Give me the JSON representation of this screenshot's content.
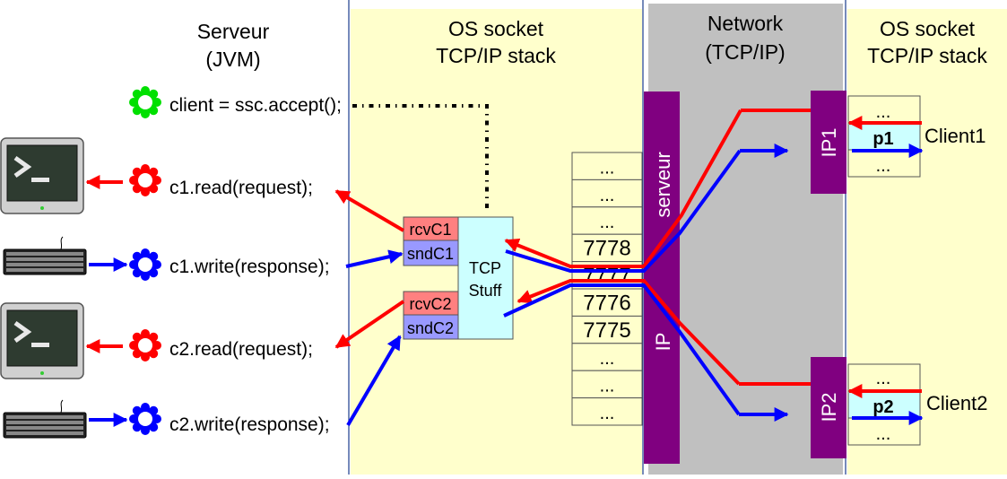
{
  "server": {
    "title_line1": "Serveur",
    "title_line2": "(JVM)"
  },
  "os_left": {
    "title_line1": "OS socket",
    "title_line2": "TCP/IP stack"
  },
  "network": {
    "title_line1": "Network",
    "title_line2": "(TCP/IP)"
  },
  "os_right": {
    "title_line1": "OS socket",
    "title_line2": "TCP/IP stack"
  },
  "code": {
    "accept": "client = ssc.accept();",
    "c1_read": "c1.read(request);",
    "c1_write": "c1.write(response);",
    "c2_read": "c2.read(request);",
    "c2_write": "c2.write(response);"
  },
  "buffers": {
    "rcvC1": "rcvC1",
    "sndC1": "sndC1",
    "rcvC2": "rcvC2",
    "sndC2": "sndC2",
    "tcp_line1": "TCP",
    "tcp_line2": "Stuff"
  },
  "ports": [
    "...",
    "...",
    "...",
    "7778",
    "7777",
    "7776",
    "7775",
    "...",
    "...",
    "..."
  ],
  "ip_bar": {
    "top_label": "serveur",
    "bottom_label": "IP"
  },
  "clients": {
    "ip1": "IP1",
    "ip2": "IP2",
    "p1": "p1",
    "p2": "p2",
    "client1": "Client1",
    "client2": "Client2",
    "dots": "..."
  },
  "colors": {
    "yellow_zone": "#ffffcc",
    "network_gray": "#c0c0c0",
    "ip_purple": "#800080",
    "rcv_red": "#ff8080",
    "snd_blue": "#9999ff",
    "tcp_cyan": "#ccffff",
    "arrow_red": "#ff0000",
    "arrow_blue": "#0000ff",
    "thread_green": "#00e000",
    "thread_red": "#ff0000",
    "thread_blue": "#0000ff"
  },
  "icons": {
    "terminal": "terminal-icon",
    "keyboard": "keyboard-icon",
    "thread": "gear-icon"
  }
}
